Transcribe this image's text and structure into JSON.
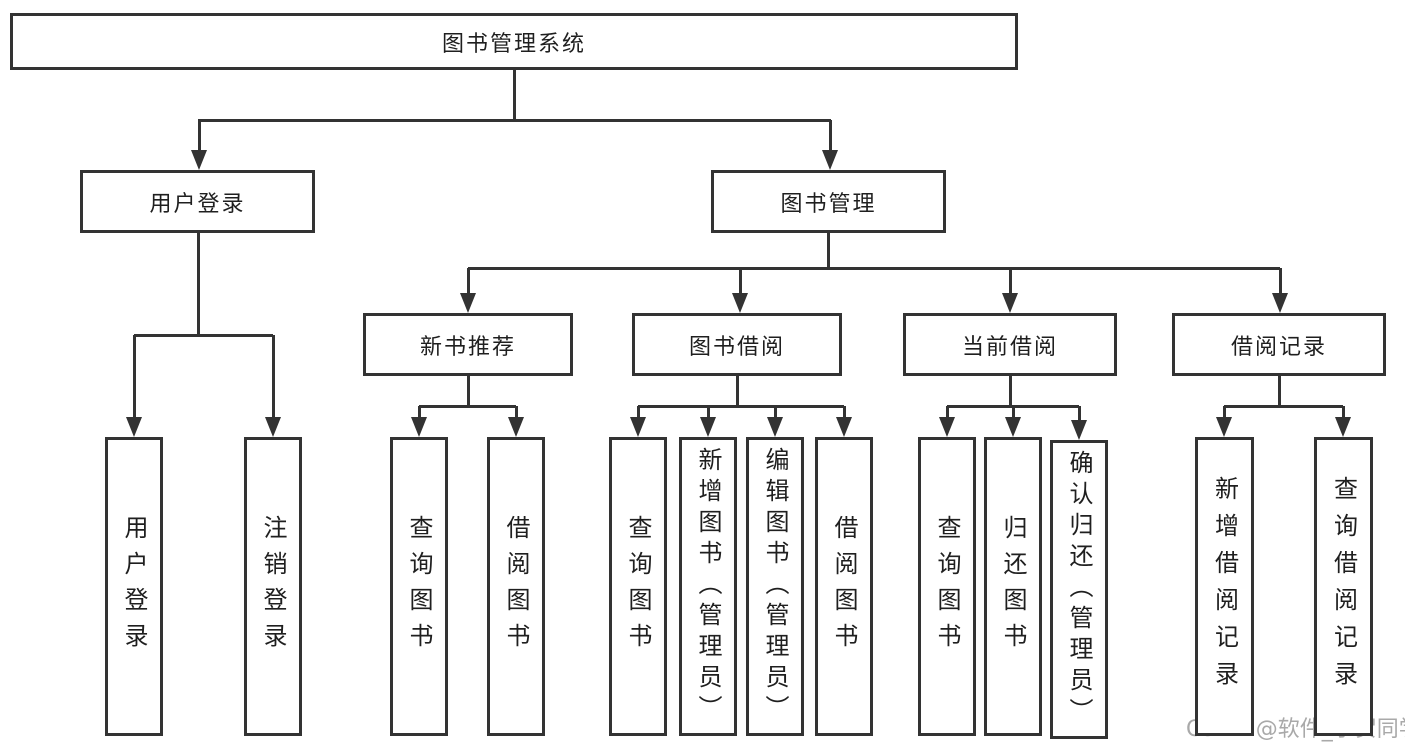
{
  "colors": {
    "line": "#333333",
    "border": "#333333",
    "text": "#1f1f1f",
    "background": "#ffffff",
    "watermark": "#a9a9a9"
  },
  "watermark": "CSDN @软件_小贺同学",
  "diagram": {
    "title": "图书管理系统",
    "nodes": [
      {
        "id": "root",
        "label": "图书管理系统",
        "parent": null
      },
      {
        "id": "user-login",
        "label": "用户登录",
        "parent": "root"
      },
      {
        "id": "book-management",
        "label": "图书管理",
        "parent": "root"
      },
      {
        "id": "new-book-recommend",
        "label": "新书推荐",
        "parent": "book-management"
      },
      {
        "id": "book-borrowing",
        "label": "图书借阅",
        "parent": "book-management"
      },
      {
        "id": "current-borrowing",
        "label": "当前借阅",
        "parent": "book-management"
      },
      {
        "id": "borrowing-records",
        "label": "借阅记录",
        "parent": "book-management"
      },
      {
        "id": "leaf-user-login",
        "label": "用户登录",
        "parent": "user-login"
      },
      {
        "id": "leaf-logout",
        "label": "注销登录",
        "parent": "user-login"
      },
      {
        "id": "leaf-query-book-1",
        "label": "查询图书",
        "parent": "new-book-recommend"
      },
      {
        "id": "leaf-borrow-book-1",
        "label": "借阅图书",
        "parent": "new-book-recommend"
      },
      {
        "id": "leaf-query-book-2",
        "label": "查询图书",
        "parent": "book-borrowing"
      },
      {
        "id": "leaf-add-book",
        "label": "新增图书（管理员）",
        "parent": "book-borrowing"
      },
      {
        "id": "leaf-edit-book",
        "label": "编辑图书（管理员）",
        "parent": "book-borrowing"
      },
      {
        "id": "leaf-borrow-book-2",
        "label": "借阅图书",
        "parent": "book-borrowing"
      },
      {
        "id": "leaf-query-book-3",
        "label": "查询图书",
        "parent": "current-borrowing"
      },
      {
        "id": "leaf-return-book",
        "label": "归还图书",
        "parent": "current-borrowing"
      },
      {
        "id": "leaf-confirm-return",
        "label": "确认归还（管理员）",
        "parent": "current-borrowing"
      },
      {
        "id": "leaf-add-borrow-record",
        "label": "新增借阅记录",
        "parent": "borrowing-records"
      },
      {
        "id": "leaf-query-borrow-record",
        "label": "查询借阅记录",
        "parent": "borrowing-records"
      }
    ]
  }
}
